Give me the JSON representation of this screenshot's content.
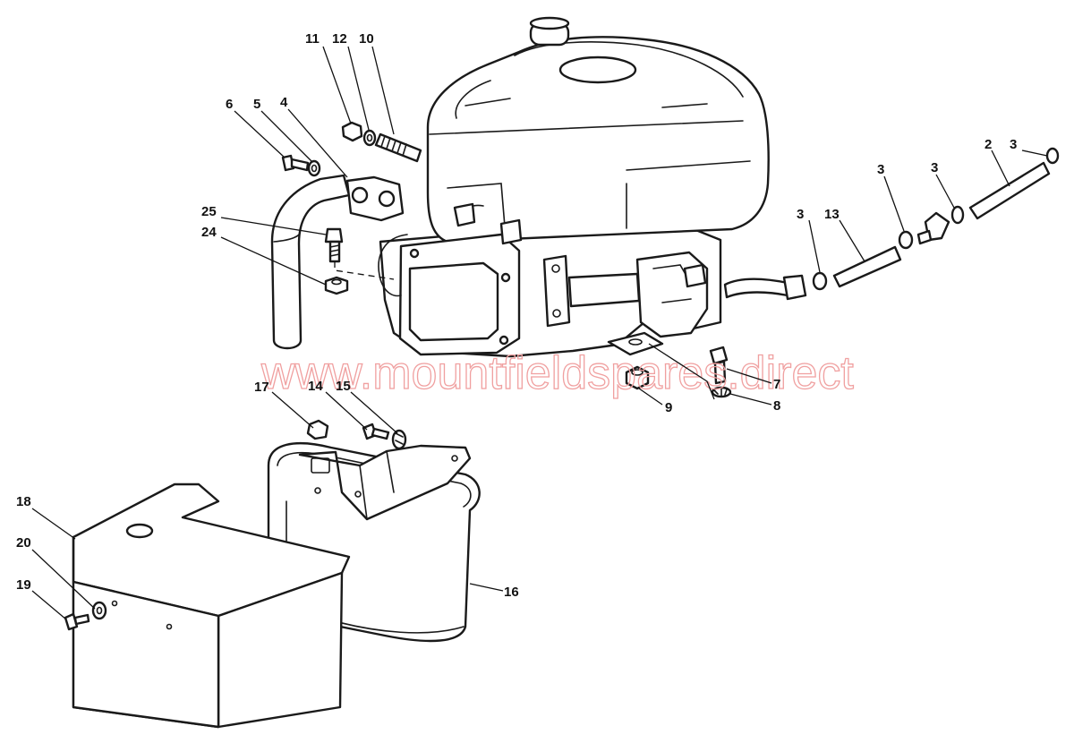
{
  "watermark": "www.mountfieldspares.direct",
  "callouts": {
    "c2": "2",
    "c3a": "3",
    "c3b": "3",
    "c3c": "3",
    "c3d": "3",
    "c4": "4",
    "c5": "5",
    "c6": "6",
    "c7": "7",
    "c8": "8",
    "c9": "9",
    "c10": "10",
    "c11": "11",
    "c12": "12",
    "c13": "13",
    "c14": "14",
    "c15": "15",
    "c16": "16",
    "c17": "17",
    "c18": "18",
    "c19": "19",
    "c20": "20",
    "c24": "24",
    "c25": "25"
  }
}
